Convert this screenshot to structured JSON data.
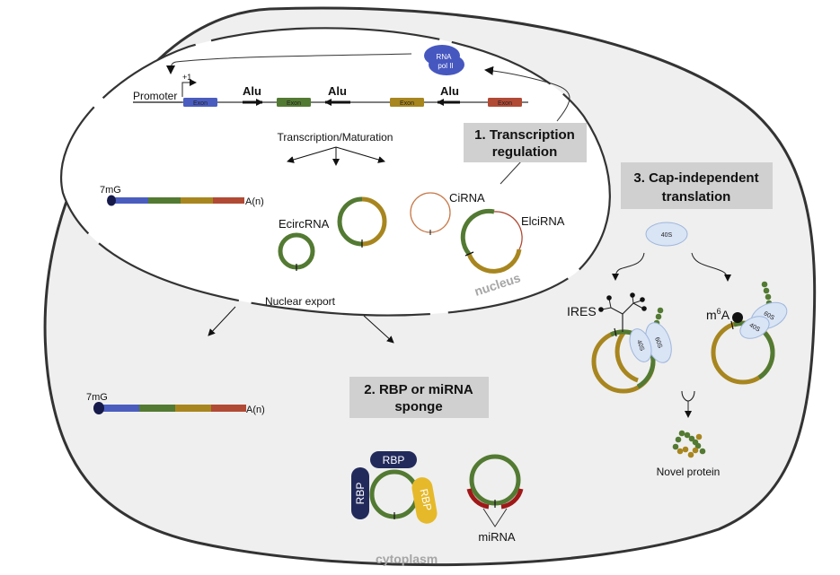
{
  "colors": {
    "cytoplasm_fill": "#efefef",
    "nucleus_fill": "#ffffff",
    "membrane": "#333333",
    "exon_blue": "#4a5dbf",
    "exon_green": "#537a32",
    "exon_gold": "#a8861f",
    "exon_red": "#b14a35",
    "cap_navy": "#151a4a",
    "rna_pol": "#4657c0",
    "ribosome": "#d9e4f5",
    "ribosome_edge": "#9eb6dc",
    "rbp_navy": "#222a5c",
    "rbp_yellow": "#e6b92a",
    "mirna_red": "#a01818",
    "ciRNA_orange": "#c87a4a",
    "label_box": "#d0d0d0"
  },
  "gene": {
    "promoter_label": "Promoter",
    "tss_label": "+1",
    "exon_label": "Exon",
    "alu_label": "Alu",
    "rna_pol_label_line1": "RNA",
    "rna_pol_label_line2": "pol II"
  },
  "nucleus": {
    "compartment_label": "nucleus",
    "maturation_label": "Transcription/Maturation",
    "mrna": {
      "cap_label": "7mG",
      "tail_label": "A(n)"
    },
    "circ_labels": {
      "ecircrna": "EcircRNA",
      "cirna": "CiRNA",
      "elcirna": "ElciRNA"
    },
    "export_label": "Nuclear export"
  },
  "cytoplasm": {
    "compartment_label": "cytoplasm",
    "mrna": {
      "cap_label": "7mG",
      "tail_label": "A(n)"
    }
  },
  "mechanisms": [
    {
      "number": "1.",
      "title_line1": "1. Transcription",
      "title_line2": "regulation"
    },
    {
      "number": "2.",
      "title_line1": "2. RBP or miRNA",
      "title_line2": "sponge"
    },
    {
      "number": "3.",
      "title_line1": "3. Cap-independent",
      "title_line2": "translation"
    }
  ],
  "sponge": {
    "rbp_label": "RBP",
    "mirna_label": "miRNA"
  },
  "translation": {
    "subunit_40s": "40S",
    "subunit_60s": "60S",
    "ires_label": "IRES",
    "m6a_label_base": "m",
    "m6a_label_sup": "6",
    "m6a_label_end": "A",
    "product_label": "Novel protein"
  }
}
